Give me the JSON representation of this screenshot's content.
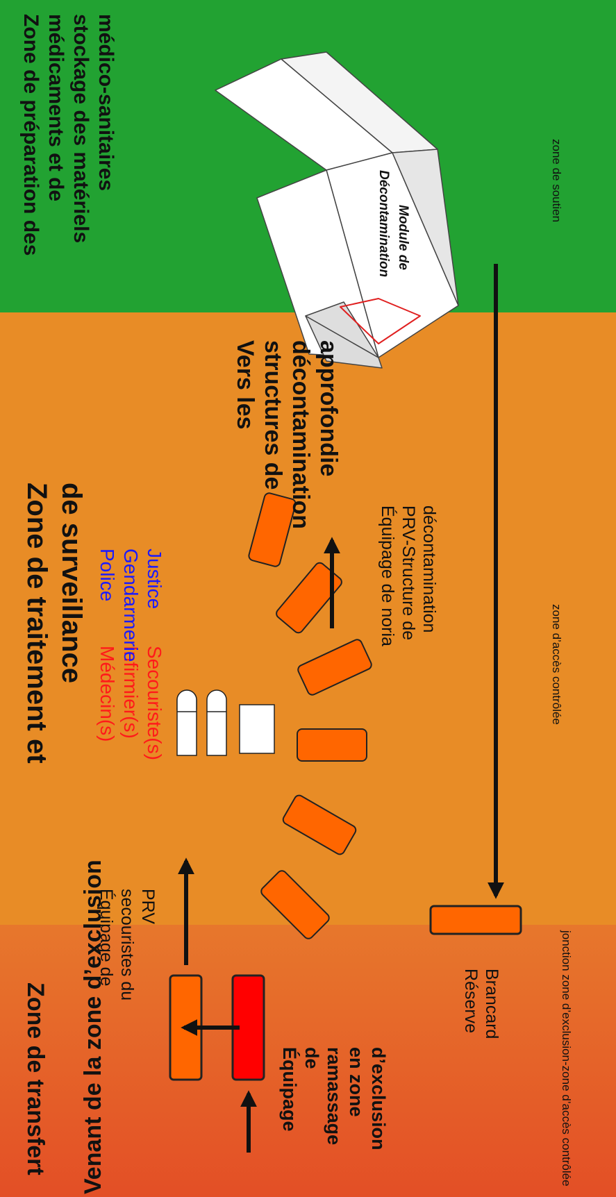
{
  "colors": {
    "support_zone": "#22a232",
    "treatment_zone": "#e88c26",
    "transfer_zone_top": "#e7772c",
    "transfer_zone_bottom": "#e34f26",
    "stretcher_orange": "#ff6600",
    "stretcher_red": "#ff0000",
    "text_red": "#ff1a1a",
    "text_blue": "#1a1aff",
    "text_black": "#111111"
  },
  "zones": {
    "support": {
      "title_lines": [
        "Zone de préparation des",
        "médicaments et de",
        "stockage des matériels",
        "médico-sanitaires"
      ],
      "footer": "zone de soutien"
    },
    "treatment": {
      "title_lines": [
        "Zone de traitement et",
        "de surveillance"
      ],
      "footer": "zone d’accès contrôlée"
    },
    "transfer": {
      "title": "Zone de transfert",
      "footer": "jonction zone d’exclusion-zone d’accès contrôlée"
    }
  },
  "labels": {
    "medical_staff": [
      "Médecin(s)",
      "Infirmier(s)",
      "Secouriste(s)"
    ],
    "authorities": [
      "Police",
      "Gendarmerie",
      "Justice"
    ],
    "noria_crew": [
      "Équipage de noria",
      "PRV-Structure de",
      "décontamination"
    ],
    "deep_decon": [
      "Vers les",
      "structures de",
      "décontamination",
      "approfondie"
    ],
    "prv_rescuers": [
      "Équipage de",
      "secouristes du",
      "PRV"
    ],
    "pickup_crew": [
      "Équipage",
      "de",
      "ramassage",
      "en zone",
      "d’exclusion"
    ],
    "stretcher_reserve": [
      "Réserve",
      "Brancard"
    ],
    "coming_from": "Venant de la zone d’exclusion",
    "module": [
      "Module de",
      "Décontamination"
    ]
  }
}
